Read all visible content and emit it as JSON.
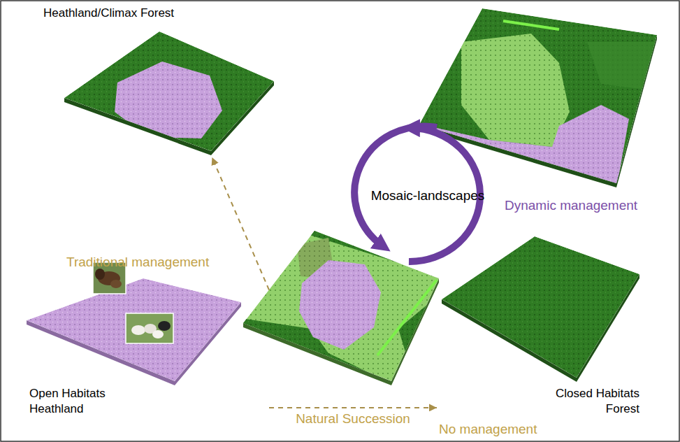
{
  "diagram": {
    "nodes": [
      {
        "text": [
          "Heathland/Climax Forest"
        ]
      },
      {
        "text": [
          "Open Habitats Heathland"
        ]
      },
      {
        "text": [
          "Closed Habitats Forest"
        ]
      }
    ],
    "edges": [
      {
        "from": 1,
        "to": 0,
        "arrow": "to",
        "label": "Traditional management"
      },
      {
        "from": 1,
        "to": 2,
        "arrow": "to",
        "label": "Natural Succession"
      }
    ],
    "labels": [
      "Mosaic-landscapes",
      "Dynamic management",
      "No management"
    ]
  }
}
